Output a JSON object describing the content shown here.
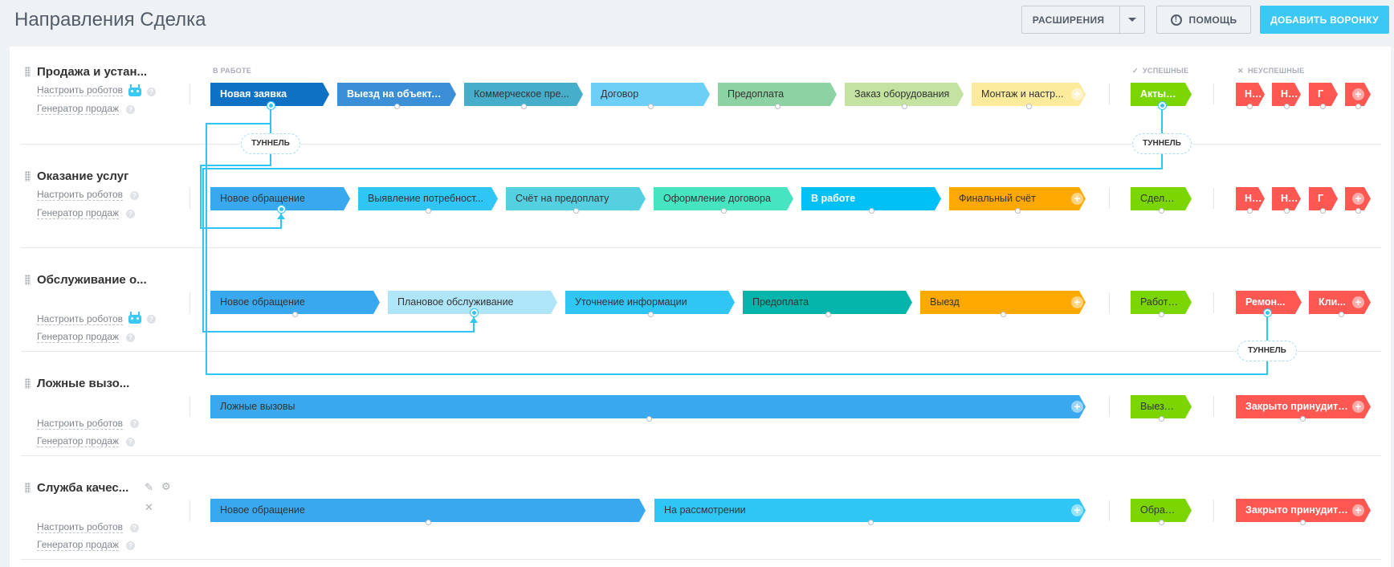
{
  "header": {
    "title": "Направления Сделка",
    "extensions": "РАСШИРЕНИЯ",
    "help": "ПОМОЩЬ",
    "add_funnel": "ДОБАВИТЬ ВОРОНКУ"
  },
  "columns": {
    "in_work": "В РАБОТЕ",
    "success": "УСПЕШНЫЕ",
    "fail": "НЕУСПЕШНЫЕ"
  },
  "links": {
    "robots": "Настроить роботов",
    "generator": "Генератор продаж"
  },
  "tunnel_label": "ТУННЕЛЬ",
  "funnels": [
    {
      "name": "Продажа и устан...",
      "stages": [
        "Новая заявка",
        "Выезд на объект, з...",
        "Коммерческое пре...",
        "Договор",
        "Предоплата",
        "Заказ оборудования",
        "Монтаж и настр..."
      ],
      "success": [
        "Акты по..."
      ],
      "fail": [
        "Н",
        "Н",
        "Г",
        ""
      ]
    },
    {
      "name": "Оказание услуг",
      "stages": [
        "Новое обращение",
        "Выявление потребност...",
        "Счёт на предоплату",
        "Оформление договора",
        "В работе",
        "Финальный счёт"
      ],
      "success": [
        "Сделка ..."
      ],
      "fail": [
        "Н",
        "Н",
        "Г",
        ""
      ]
    },
    {
      "name": "Обслуживание о...",
      "stages": [
        "Новое обращение",
        "Плановое обслуживание",
        "Уточнение информации",
        "Предоплата",
        "Выезд"
      ],
      "success": [
        "Работы ..."
      ],
      "fail": [
        "Ремон...",
        "Кли..."
      ]
    },
    {
      "name": "Ложные вызо...",
      "stages": [
        "Ложные вызовы"
      ],
      "success": [
        "Выезд с..."
      ],
      "fail": [
        "Закрыто принудите..."
      ]
    },
    {
      "name": "Служба качес...",
      "stages": [
        "Новое обращение",
        "На рассмотрении"
      ],
      "success": [
        "Обращ..."
      ],
      "fail": [
        "Закрыто принудите..."
      ]
    }
  ],
  "colors": {
    "accent": "#3bc8f5",
    "tunnel_line": "#2fc6f6",
    "success": "#7bd500",
    "fail": "#ff5752"
  }
}
